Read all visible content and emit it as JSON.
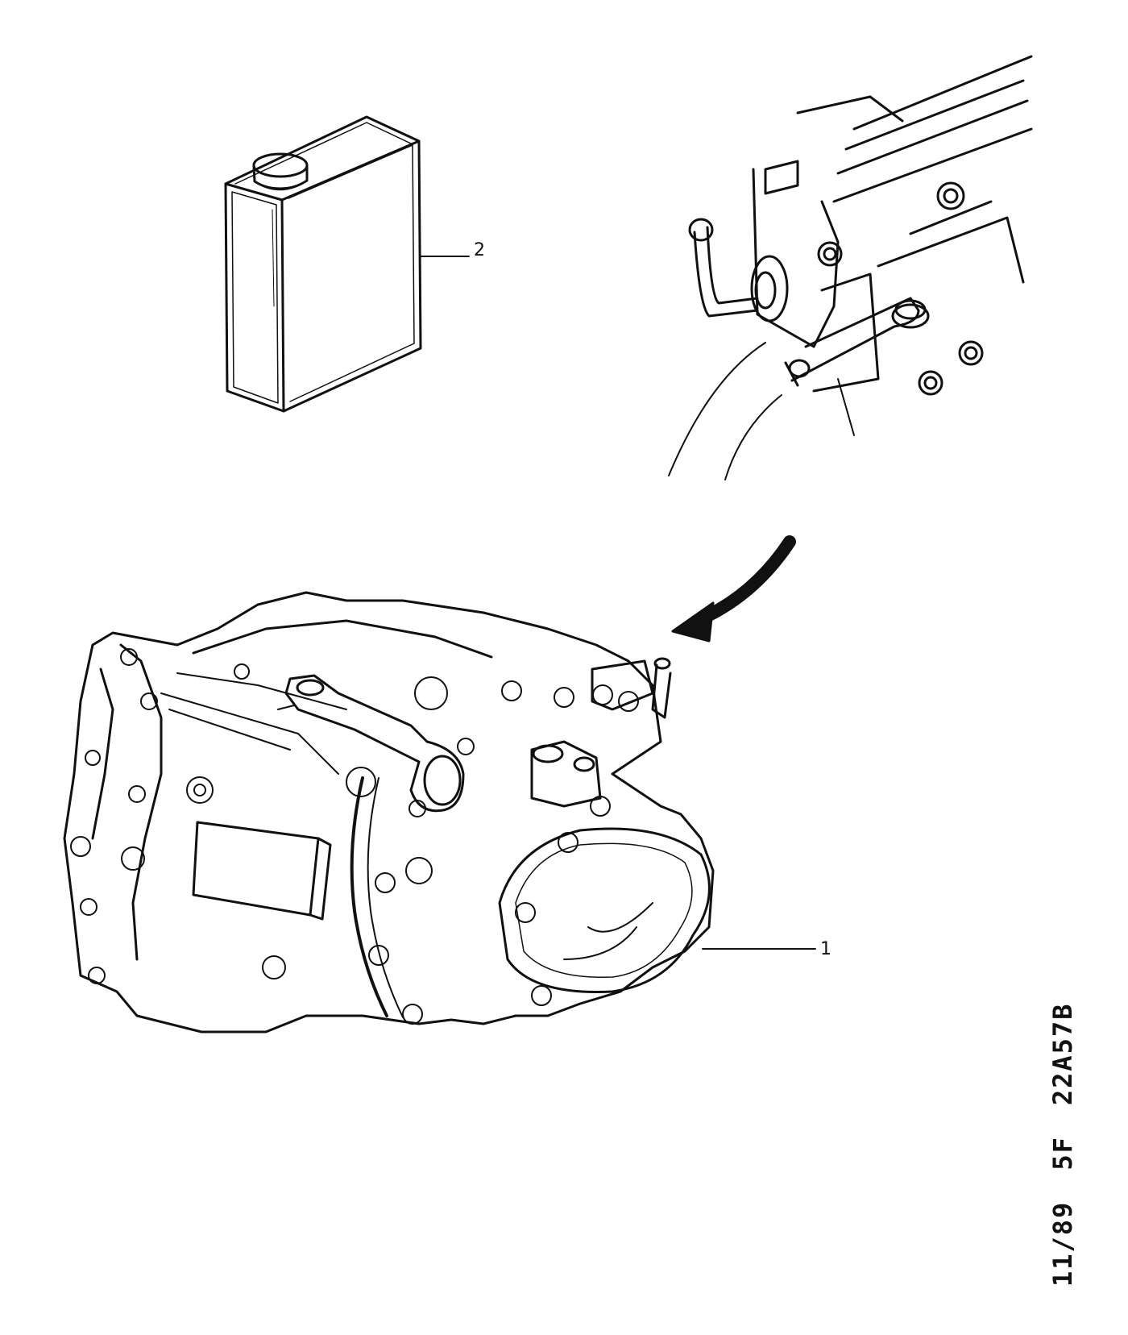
{
  "callouts": {
    "item_1": "1",
    "item_2": "2"
  },
  "reference": {
    "date": "11/89",
    "section": "5F",
    "plate": "22A57B"
  },
  "colors": {
    "ink": "#111111",
    "background": "#ffffff"
  },
  "parts": [
    {
      "ref": "1",
      "icon": "gearbox-icon"
    },
    {
      "ref": "2",
      "icon": "oil-can-icon"
    }
  ]
}
